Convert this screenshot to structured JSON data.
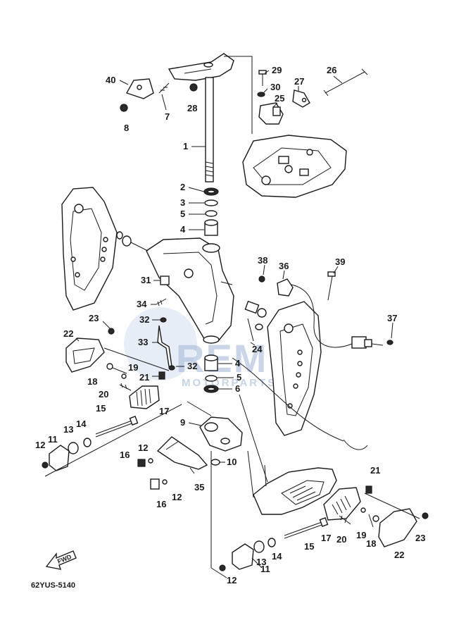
{
  "diagram": {
    "diagram_code": "62YUS-5140",
    "fwd_arrow_label": "FWD",
    "watermark": {
      "main": "REM",
      "sub": "MOTORPARTS"
    },
    "callouts": [
      {
        "id": "c1",
        "text": "1"
      },
      {
        "id": "c2",
        "text": "2"
      },
      {
        "id": "c3",
        "text": "3"
      },
      {
        "id": "c5a",
        "text": "5"
      },
      {
        "id": "c4a",
        "text": "4"
      },
      {
        "id": "c4b",
        "text": "4"
      },
      {
        "id": "c5b",
        "text": "5"
      },
      {
        "id": "c6",
        "text": "6"
      },
      {
        "id": "c7",
        "text": "7"
      },
      {
        "id": "c8",
        "text": "8"
      },
      {
        "id": "c9",
        "text": "9"
      },
      {
        "id": "c10",
        "text": "10"
      },
      {
        "id": "c11a",
        "text": "11"
      },
      {
        "id": "c11b",
        "text": "11"
      },
      {
        "id": "c12a",
        "text": "12"
      },
      {
        "id": "c12b",
        "text": "12"
      },
      {
        "id": "c12c",
        "text": "12"
      },
      {
        "id": "c12d",
        "text": "12"
      },
      {
        "id": "c13a",
        "text": "13"
      },
      {
        "id": "c13b",
        "text": "13"
      },
      {
        "id": "c14a",
        "text": "14"
      },
      {
        "id": "c14b",
        "text": "14"
      },
      {
        "id": "c15a",
        "text": "15"
      },
      {
        "id": "c15b",
        "text": "15"
      },
      {
        "id": "c16a",
        "text": "16"
      },
      {
        "id": "c16b",
        "text": "16"
      },
      {
        "id": "c17a",
        "text": "17"
      },
      {
        "id": "c17b",
        "text": "17"
      },
      {
        "id": "c18a",
        "text": "18"
      },
      {
        "id": "c18b",
        "text": "18"
      },
      {
        "id": "c19a",
        "text": "19"
      },
      {
        "id": "c19b",
        "text": "19"
      },
      {
        "id": "c20a",
        "text": "20"
      },
      {
        "id": "c20b",
        "text": "20"
      },
      {
        "id": "c21a",
        "text": "21"
      },
      {
        "id": "c21b",
        "text": "21"
      },
      {
        "id": "c22a",
        "text": "22"
      },
      {
        "id": "c22b",
        "text": "22"
      },
      {
        "id": "c23a",
        "text": "23"
      },
      {
        "id": "c23b",
        "text": "23"
      },
      {
        "id": "c24",
        "text": "24"
      },
      {
        "id": "c25",
        "text": "25"
      },
      {
        "id": "c26",
        "text": "26"
      },
      {
        "id": "c27",
        "text": "27"
      },
      {
        "id": "c28",
        "text": "28"
      },
      {
        "id": "c29",
        "text": "29"
      },
      {
        "id": "c30",
        "text": "30"
      },
      {
        "id": "c31",
        "text": "31"
      },
      {
        "id": "c32a",
        "text": "32"
      },
      {
        "id": "c32b",
        "text": "32"
      },
      {
        "id": "c33",
        "text": "33"
      },
      {
        "id": "c34",
        "text": "34"
      },
      {
        "id": "c35",
        "text": "35"
      },
      {
        "id": "c36",
        "text": "36"
      },
      {
        "id": "c37",
        "text": "37"
      },
      {
        "id": "c38",
        "text": "38"
      },
      {
        "id": "c39",
        "text": "39"
      },
      {
        "id": "c40",
        "text": "40"
      }
    ]
  }
}
